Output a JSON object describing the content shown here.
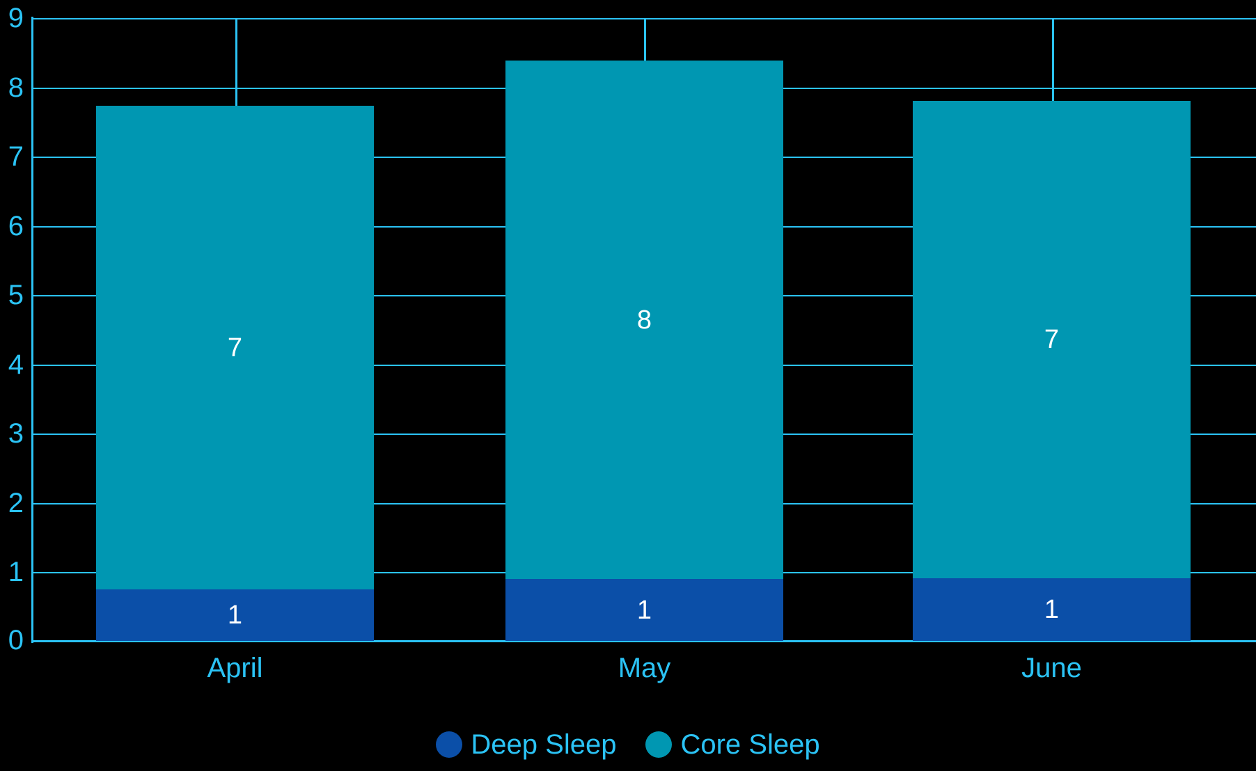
{
  "chart_data": {
    "type": "bar",
    "subtype": "stacked-vertical",
    "title": "",
    "xlabel": "",
    "ylabel": "",
    "categories": [
      "April",
      "May",
      "June"
    ],
    "ylim": [
      0,
      9
    ],
    "ytick_labels": [
      "0",
      "1",
      "2",
      "3",
      "4",
      "5",
      "6",
      "7",
      "8",
      "9"
    ],
    "ytick_values": [
      0,
      1,
      2,
      3,
      4,
      5,
      6,
      7,
      8,
      9
    ],
    "grid": true,
    "legend_position": "bottom-center",
    "series": [
      {
        "name": "Deep Sleep",
        "color": "#0B4FA8",
        "values": [
          0.74,
          0.89,
          0.9
        ],
        "data_labels": [
          "1",
          "1",
          "1"
        ]
      },
      {
        "name": "Core Sleep",
        "color": "#0097B2",
        "values": [
          6.99,
          7.49,
          6.9
        ],
        "data_labels": [
          "7",
          "8",
          "7"
        ]
      }
    ],
    "totals": [
      7.73,
      8.38,
      7.8
    ],
    "colors": {
      "background": "#000000",
      "axis": "#2BC3F5",
      "grid": "#2BC3F5",
      "tick_label": "#2BC3F5",
      "data_label": "#FFFFFF",
      "deep_sleep": "#0B4FA8",
      "core_sleep": "#0097B2"
    }
  },
  "legend": {
    "items": [
      {
        "label": "Deep Sleep",
        "color": "#0B4FA8"
      },
      {
        "label": "Core Sleep",
        "color": "#0097B2"
      }
    ]
  },
  "axis": {
    "y_labels": [
      "9",
      "8",
      "7",
      "6",
      "5",
      "4",
      "3",
      "2",
      "1",
      "0"
    ],
    "x_labels": [
      "April",
      "May",
      "June"
    ]
  },
  "bar_labels": {
    "april_core": "7",
    "april_deep": "1",
    "may_core": "8",
    "may_deep": "1",
    "june_core": "7",
    "june_deep": "1"
  }
}
